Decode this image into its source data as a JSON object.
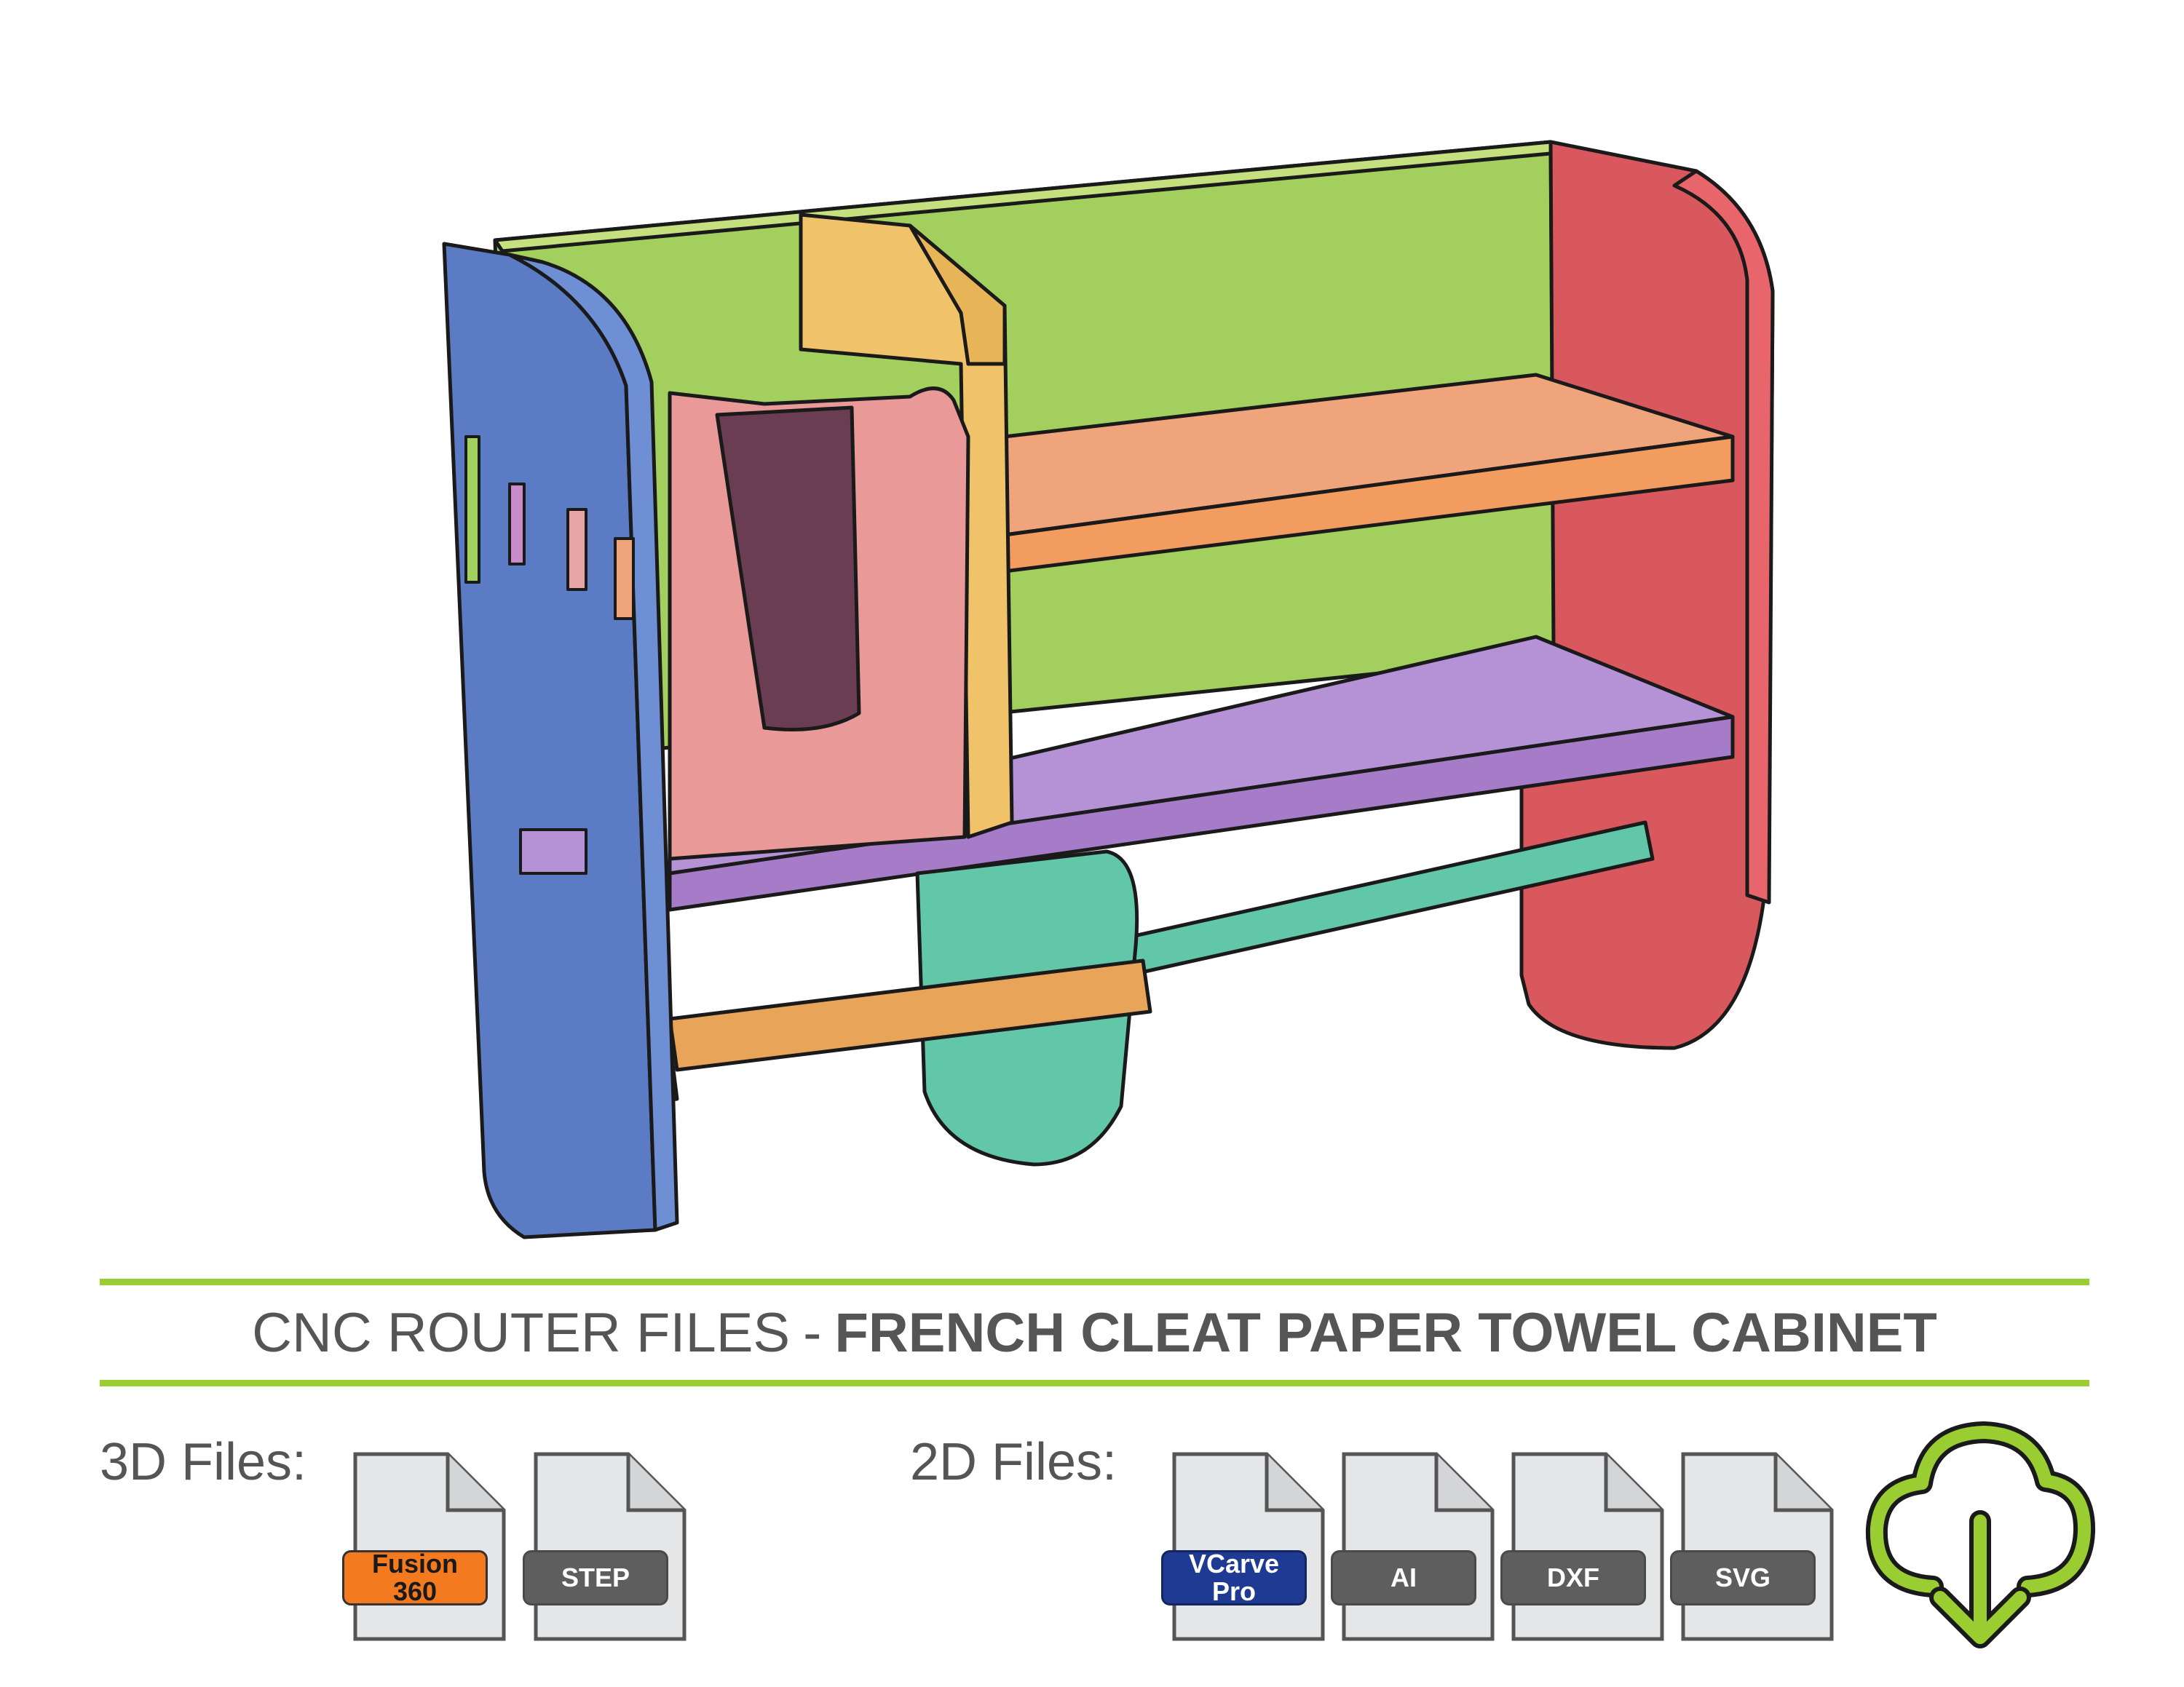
{
  "title": {
    "prefix": "CNC ROUTER FILES",
    "separator": "-",
    "product": "FRENCH CLEAT PAPER TOWEL CABINET"
  },
  "files_3d": {
    "label": "3D Files:",
    "items": [
      {
        "label": "Fusion 360",
        "color": "#f47a20"
      },
      {
        "label": "STEP",
        "color": "#5e5e5e"
      }
    ]
  },
  "files_2d": {
    "label": "2D Files:",
    "items": [
      {
        "label": "VCarve Pro",
        "color": "#1f3a93"
      },
      {
        "label": "AI",
        "color": "#5e5e5e"
      },
      {
        "label": "DXF",
        "color": "#5e5e5e"
      },
      {
        "label": "SVG",
        "color": "#5e5e5e"
      }
    ]
  },
  "icons": {
    "download": "cloud-download-icon",
    "file": "file-icon"
  },
  "colors": {
    "accent": "#9acd32",
    "text": "#555555",
    "left_side": "#5b7bc4",
    "right_side": "#d9585e",
    "back_panel": "#a3cf5e",
    "divider": "#f0c36a",
    "holder": "#e99a98",
    "upper_shelf": "#f0a47c",
    "lower_shelf": "#b592d6",
    "towel_rod": "#e8a55a",
    "cleat": "#62c7a8"
  }
}
